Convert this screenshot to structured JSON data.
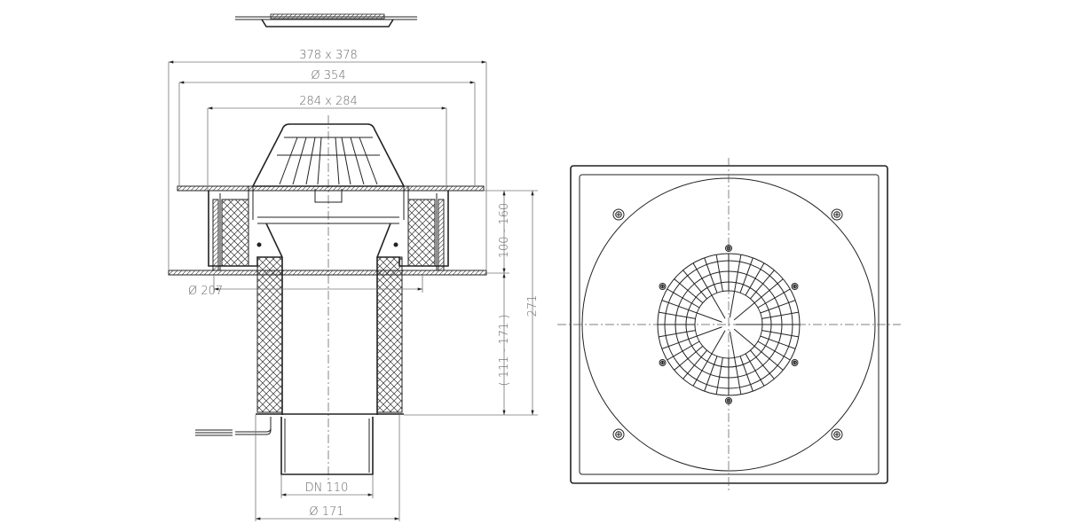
{
  "section_view": {
    "dimensions": {
      "outer_plate": "378 x 378",
      "flange_diameter": "Ø 354",
      "inner_plate": "284 x 284",
      "insulation_diameter": "Ø 207",
      "height_range_upper": "100 - 160",
      "total_height": "271",
      "height_range_lower": "( 111 - 171 )",
      "outlet_nominal": "DN 110",
      "body_diameter": "Ø 171"
    }
  },
  "colors": {
    "line": "#222222",
    "dimension": "#777777"
  }
}
